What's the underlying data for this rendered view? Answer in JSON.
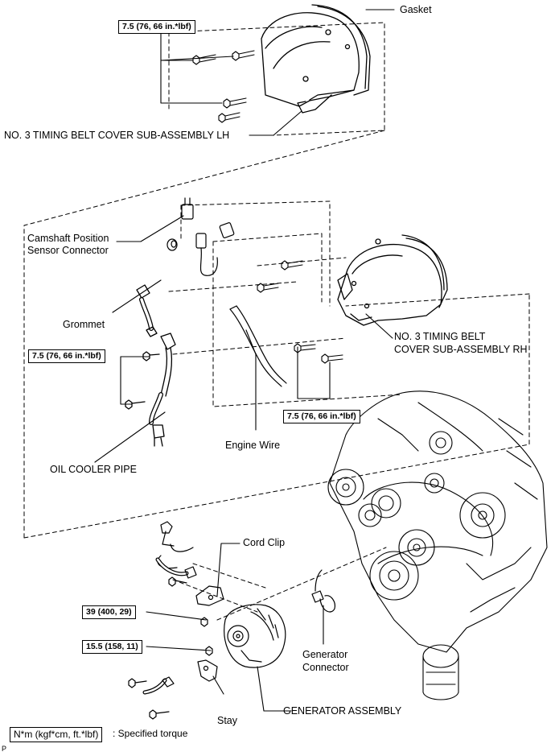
{
  "labels": {
    "gasket": "Gasket",
    "cover_lh": "NO. 3 TIMING BELT COVER SUB-ASSEMBLY LH",
    "cam_sensor_line1": "Camshaft Position",
    "cam_sensor_line2": "Sensor Connector",
    "grommet": "Grommet",
    "cover_rh_line1": "NO. 3 TIMING BELT",
    "cover_rh_line2": "COVER SUB-ASSEMBLY RH",
    "engine_wire": "Engine Wire",
    "oil_cooler_pipe": "OIL COOLER PIPE",
    "cord_clip": "Cord Clip",
    "generator_connector_line1": "Generator",
    "generator_connector_line2": "Connector",
    "stay": "Stay",
    "generator_assembly": "GENERATOR ASSEMBLY"
  },
  "torques": {
    "top_cover_lh": "7.5 (76, 66 in.*lbf)",
    "oil_cooler_pipe": "7.5 (76, 66 in.*lbf)",
    "cover_rh": "7.5 (76, 66 in.*lbf)",
    "generator_bolt_upper": "39 (400, 29)",
    "generator_bolt_lower": "15.5 (158, 11)"
  },
  "legend": {
    "unit_box": "N*m (kgf*cm, ft.*lbf)",
    "text": ": Specified torque"
  },
  "figure_code": "P"
}
